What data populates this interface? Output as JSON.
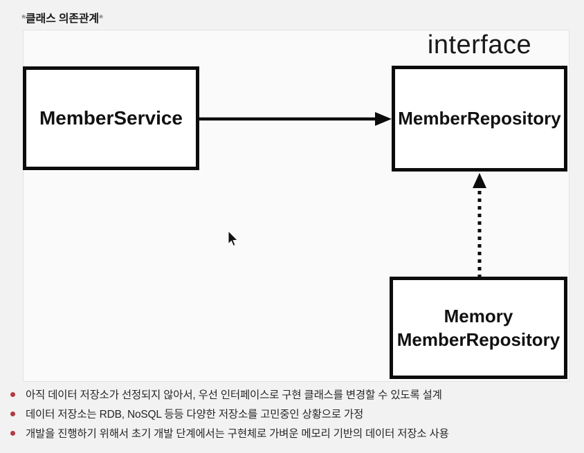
{
  "page": {
    "title_prefix": "*",
    "title_text": "클래스 의존관계",
    "title_suffix": "*"
  },
  "diagram": {
    "interface_label": "interface",
    "boxes": {
      "member_service": {
        "label": "MemberService"
      },
      "member_repository": {
        "label": "MemberRepository"
      },
      "memory_member_repository": {
        "label_line1": "Memory",
        "label_line2": "MemberRepository"
      }
    },
    "arrows": [
      {
        "name": "dependency-arrow",
        "style": "solid",
        "from": "MemberService",
        "to": "MemberRepository"
      },
      {
        "name": "implements-arrow",
        "style": "dotted",
        "from": "Memory MemberRepository",
        "to": "MemberRepository"
      }
    ]
  },
  "bullets": {
    "items": [
      "아직 데이터 저장소가 선정되지 않아서, 우선 인터페이스로 구현 클래스를 변경할 수 있도록 설계",
      "데이터 저장소는 RDB, NoSQL 등등 다양한 저장소를 고민중인 상황으로 가정",
      "개발을 진행하기 위해서 초기 개발 단계에서는 구현체로 가벼운 메모리 기반의 데이터 저장소 사용"
    ]
  },
  "colors": {
    "background": "#f2f2f2",
    "panel_background": "#fafafa",
    "panel_border": "#e2e2e2",
    "box_border": "#0c0c0c",
    "text": "#262626",
    "bullet_dot": "#b23b43"
  }
}
